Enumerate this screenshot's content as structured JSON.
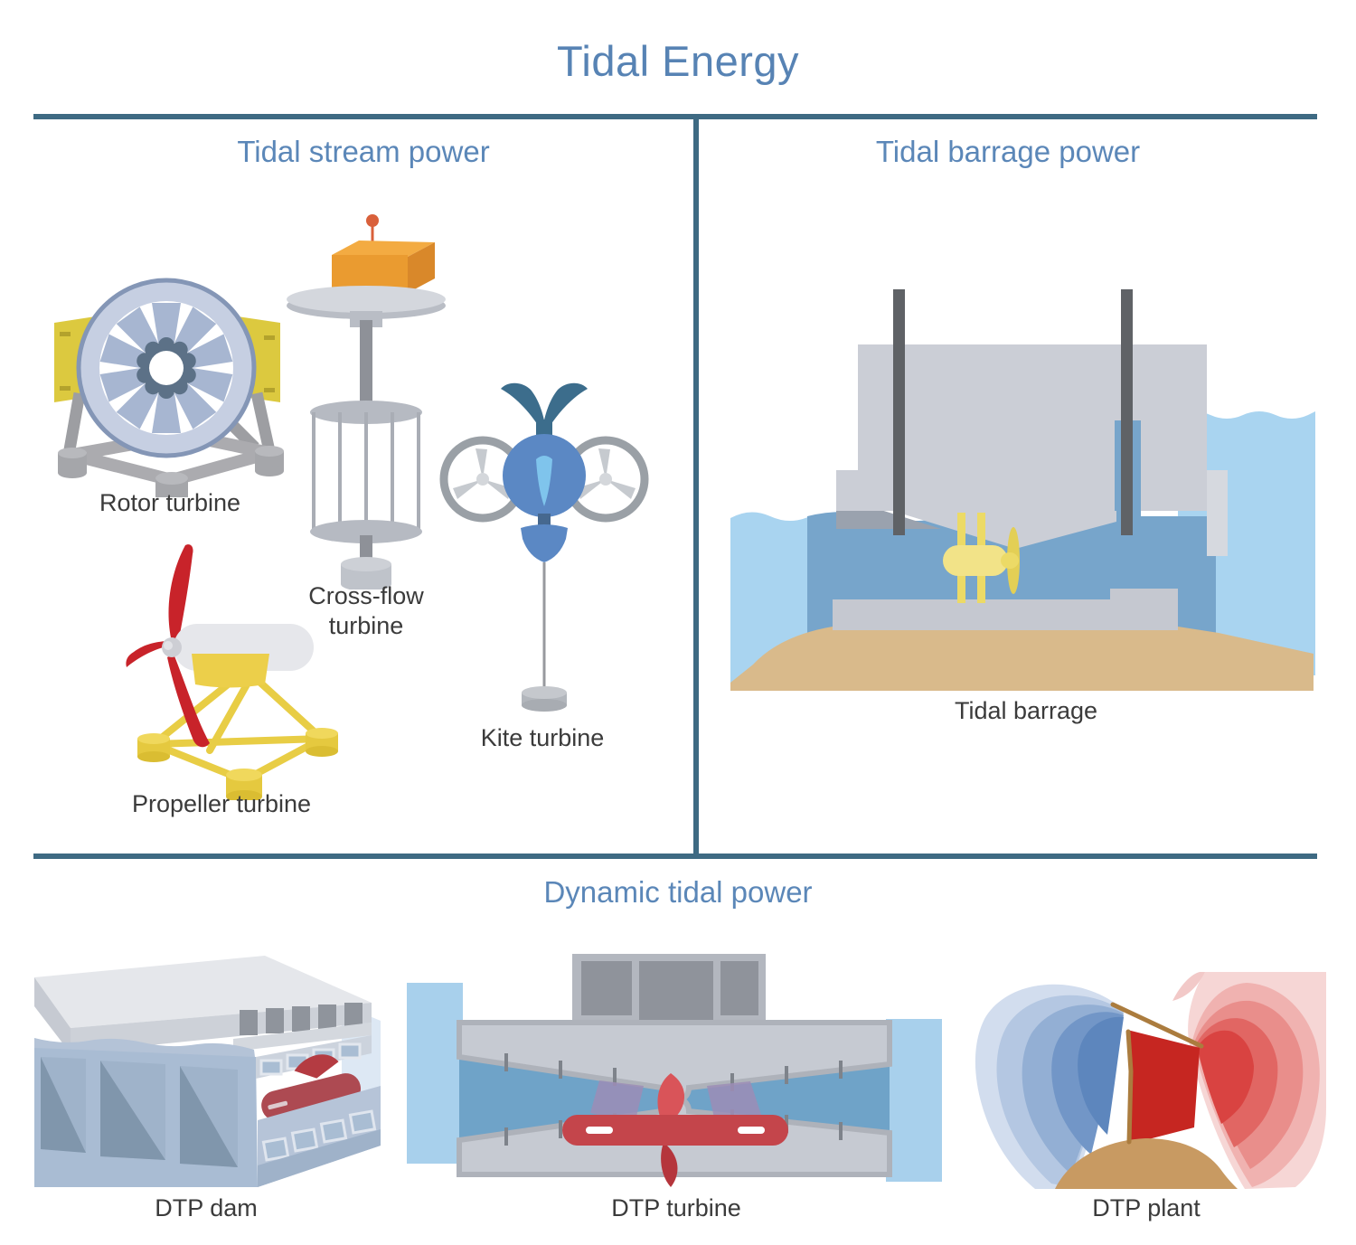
{
  "title": "Tidal Energy",
  "sections": {
    "stream": {
      "header": "Tidal stream power",
      "items": [
        {
          "label": "Rotor turbine",
          "icon": "rotor-turbine-illustration"
        },
        {
          "label": "Cross-flow turbine",
          "icon": "cross-flow-turbine-illustration"
        },
        {
          "label": "Kite turbine",
          "icon": "kite-turbine-illustration"
        },
        {
          "label": "Propeller turbine",
          "icon": "propeller-turbine-illustration"
        }
      ]
    },
    "barrage": {
      "header": "Tidal barrage power",
      "items": [
        {
          "label": "Tidal barrage",
          "icon": "tidal-barrage-illustration"
        }
      ]
    },
    "dynamic": {
      "header": "Dynamic tidal power",
      "items": [
        {
          "label": "DTP dam",
          "icon": "dtp-dam-illustration"
        },
        {
          "label": "DTP turbine",
          "icon": "dtp-turbine-illustration"
        },
        {
          "label": "DTP plant",
          "icon": "dtp-plant-illustration"
        }
      ]
    }
  },
  "colors": {
    "heading_blue": "#5b87b8",
    "divider_teal": "#3e6a83",
    "label_gray": "#3b3b3b",
    "water_light_blue": "#a9d4f0",
    "water_channel_blue": "#77a5cb",
    "concrete_gray": "#cbced6",
    "sand_tan": "#d9ba8b",
    "turbine_yellow": "#f2e388",
    "machine_red": "#c8232a",
    "frame_yellow": "#e8cd45",
    "kite_blue": "#5b88c4",
    "fin_teal": "#3c6d8c",
    "box_orange": "#e8992f",
    "dtp_red_deep": "#c62621",
    "dtp_blue_deep": "#5d86bd",
    "coast_brown": "#c89a62",
    "dam_line_brown": "#ab7c3e"
  }
}
